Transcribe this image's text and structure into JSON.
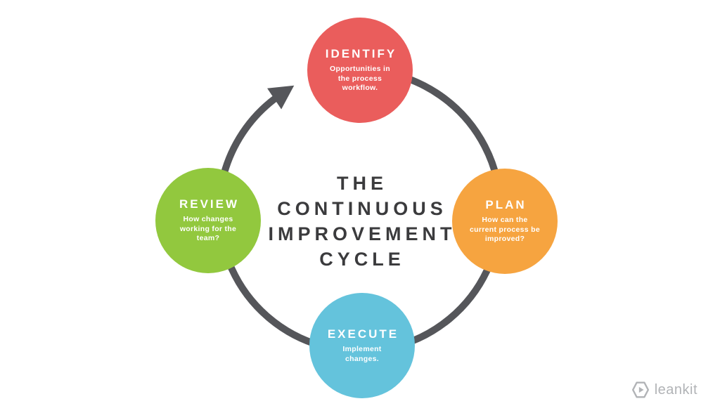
{
  "title": {
    "lines": [
      "THE",
      "CONTINUOUS",
      "IMPROVEMENT",
      "CYCLE"
    ]
  },
  "nodes": [
    {
      "id": "identify",
      "label": "IDENTIFY",
      "description": "Opportunities in the process workflow.",
      "color": "#EA5D5C"
    },
    {
      "id": "plan",
      "label": "PLAN",
      "description": "How can the current process be improved?",
      "color": "#F6A440"
    },
    {
      "id": "execute",
      "label": "EXECUTE",
      "description": "Implement changes.",
      "color": "#64C3DC"
    },
    {
      "id": "review",
      "label": "REVIEW",
      "description": "How changes working for the team?",
      "color": "#92C83E"
    }
  ],
  "ring": {
    "color": "#55565A"
  },
  "logo": {
    "text": "leankit",
    "color": "#B1B3B6"
  }
}
